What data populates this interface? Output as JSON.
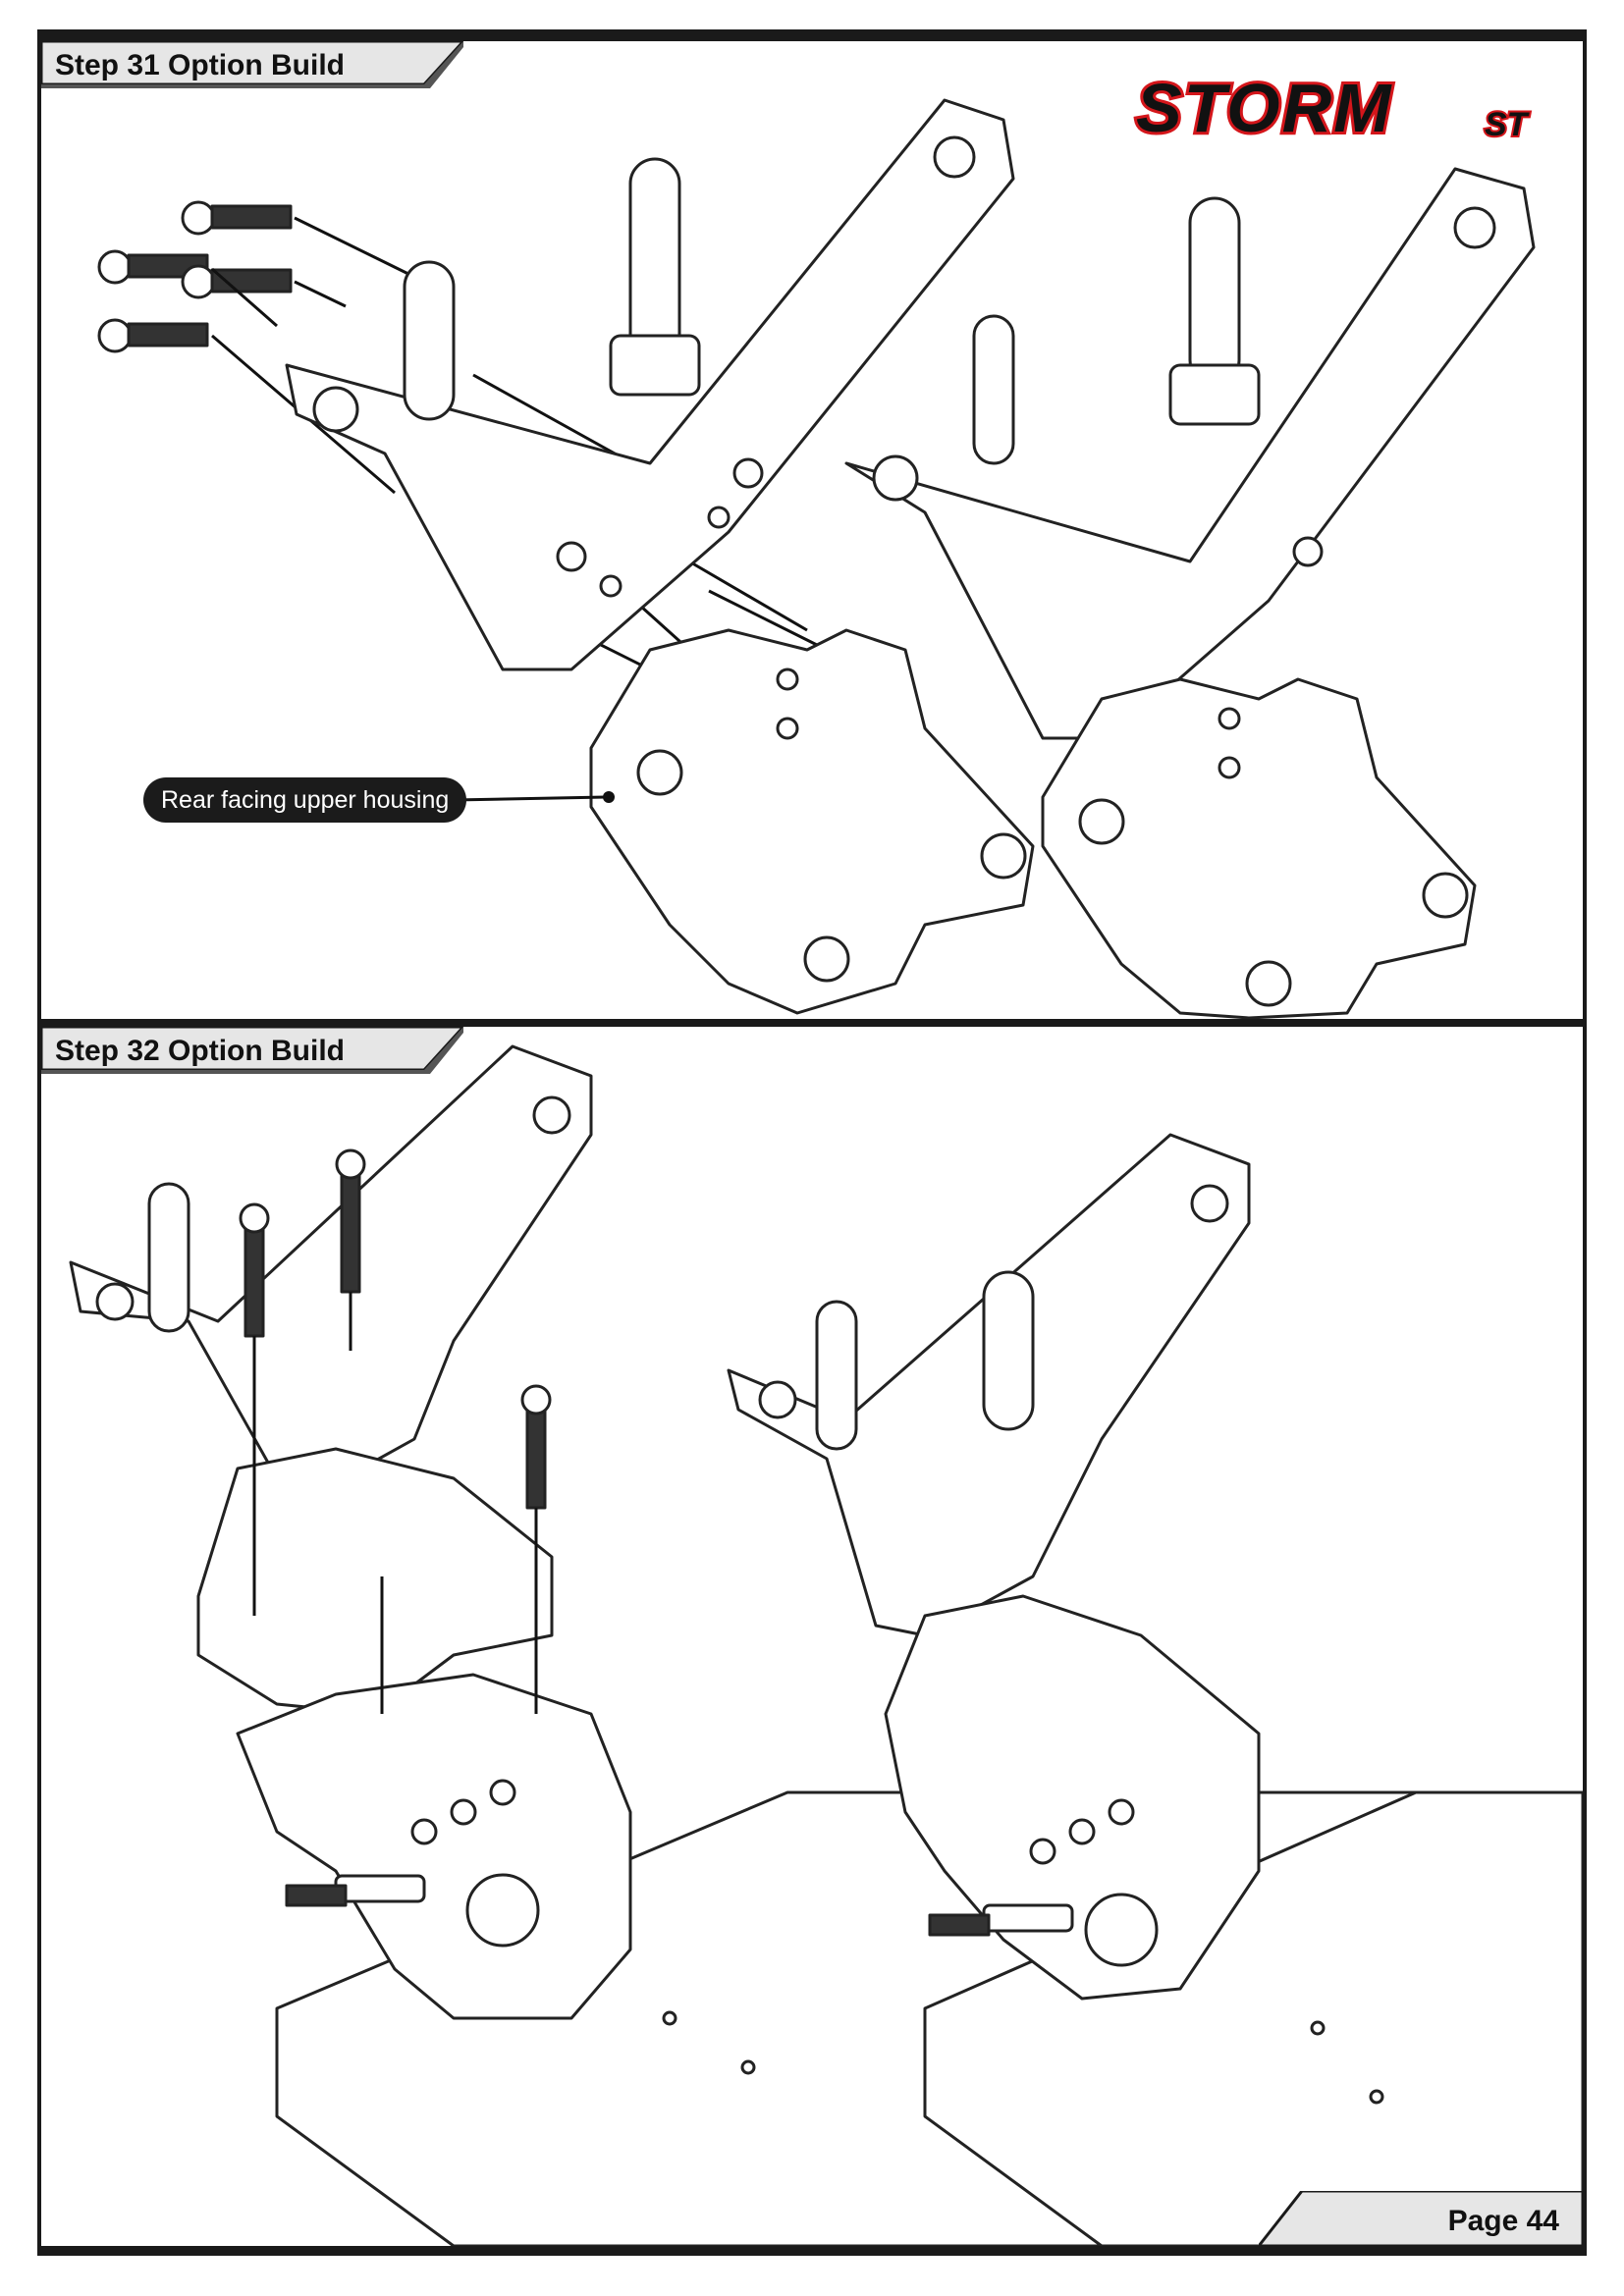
{
  "step31": {
    "title": "Step 31 Option Build",
    "callout": "Rear facing upper housing"
  },
  "step32": {
    "title": "Step 32 Option Build"
  },
  "logo": {
    "text": "STORM",
    "suffix": "ST",
    "colors": {
      "fill": "#111111",
      "outline": "#d4161b"
    }
  },
  "footer": {
    "page": "Page 44"
  }
}
